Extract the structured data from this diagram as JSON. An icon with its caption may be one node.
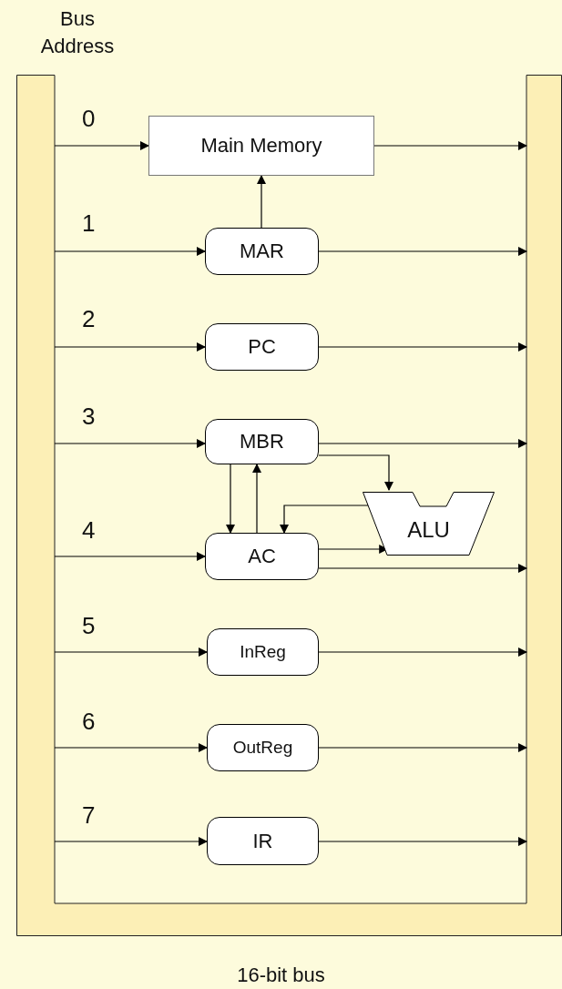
{
  "diagram": {
    "caption": "16-bit bus",
    "nodes": [
      {
        "text": [],
        "shape": "bar"
      },
      {
        "text": [
          "Main Memory"
        ]
      },
      {
        "text": [
          "MAR"
        ]
      },
      {
        "text": [
          "PC"
        ]
      },
      {
        "text": [
          "MBR"
        ]
      },
      {
        "text": [
          "AC"
        ]
      },
      {
        "text": [
          "ALU"
        ]
      },
      {
        "text": [
          "InReg"
        ]
      },
      {
        "text": [
          "OutReg"
        ]
      },
      {
        "text": [
          "IR"
        ]
      }
    ],
    "edges": [
      {
        "from": 0,
        "to": 1,
        "arrow": "to",
        "label": "0"
      },
      {
        "from": 1,
        "to": 0,
        "arrow": "to"
      },
      {
        "from": 0,
        "to": 2,
        "arrow": "to",
        "label": "1"
      },
      {
        "from": 2,
        "to": 0,
        "arrow": "to"
      },
      {
        "from": 2,
        "to": 1,
        "arrow": "to"
      },
      {
        "from": 0,
        "to": 3,
        "arrow": "to",
        "label": "2"
      },
      {
        "from": 3,
        "to": 0,
        "arrow": "to"
      },
      {
        "from": 0,
        "to": 4,
        "arrow": "to",
        "label": "3"
      },
      {
        "from": 4,
        "to": 0,
        "arrow": "to"
      },
      {
        "from": 4,
        "to": 6,
        "arrow": "to"
      },
      {
        "from": 4,
        "to": 5,
        "arrow": "to"
      },
      {
        "from": 5,
        "to": 4,
        "arrow": "to"
      },
      {
        "from": 0,
        "to": 5,
        "arrow": "to",
        "label": "4"
      },
      {
        "from": 6,
        "to": 5,
        "arrow": "to"
      },
      {
        "from": 5,
        "to": 6,
        "arrow": "to"
      },
      {
        "from": 5,
        "to": 0,
        "arrow": "to"
      },
      {
        "from": 0,
        "to": 7,
        "arrow": "to",
        "label": "5"
      },
      {
        "from": 7,
        "to": 0,
        "arrow": "to"
      },
      {
        "from": 0,
        "to": 8,
        "arrow": "to",
        "label": "6"
      },
      {
        "from": 8,
        "to": 0,
        "arrow": "to"
      },
      {
        "from": 0,
        "to": 9,
        "arrow": "to",
        "label": "7"
      },
      {
        "from": 9,
        "to": 0,
        "arrow": "to"
      }
    ],
    "labels": [
      "Bus Address"
    ]
  }
}
